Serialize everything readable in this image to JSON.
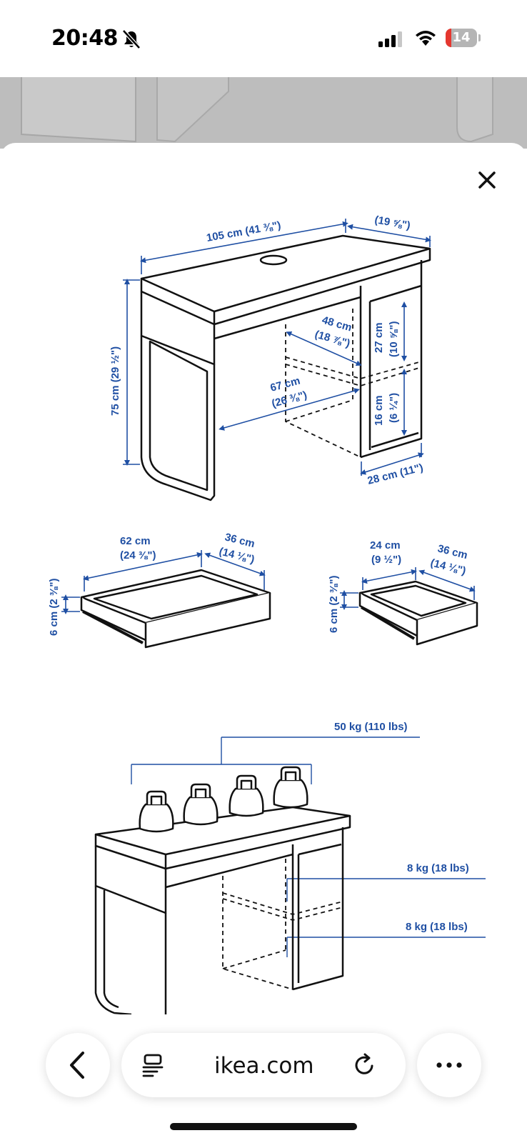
{
  "status_bar": {
    "time": "20:48",
    "battery": "14"
  },
  "diagram": {
    "desk": {
      "width": "105 cm (41 ⅜\")",
      "depth": "(19 ⅝\")",
      "height": "75 cm (29 ½\")",
      "inner_depth_cm": "48 cm",
      "inner_depth_in": "(18 ⅞\")",
      "inner_width_cm": "67 cm",
      "inner_width_in": "(26 ⅜\")",
      "compartment_top_cm": "27 cm",
      "compartment_top_in": "(10 ⅝\")",
      "compartment_bottom_cm": "16 cm",
      "compartment_bottom_in": "(6 ¼\")",
      "cabinet_width": "28 cm (11\")"
    },
    "drawer_large": {
      "width_cm": "62 cm",
      "width_in": "(24 ⅜\")",
      "depth_cm": "36 cm",
      "depth_in": "(14 ⅛\")",
      "height": "6 cm (2 ⅜\")"
    },
    "drawer_small": {
      "width_cm": "24 cm",
      "width_in": "(9 ½\")",
      "depth_cm": "36 cm",
      "depth_in": "(14 ⅛\")",
      "height": "6 cm (2 ⅜\")"
    },
    "load": {
      "top": "50 kg (110 lbs)",
      "shelf_1": "8 kg (18 lbs)",
      "shelf_2": "8 kg (18 lbs)"
    }
  },
  "browser": {
    "url": "ikea.com"
  }
}
